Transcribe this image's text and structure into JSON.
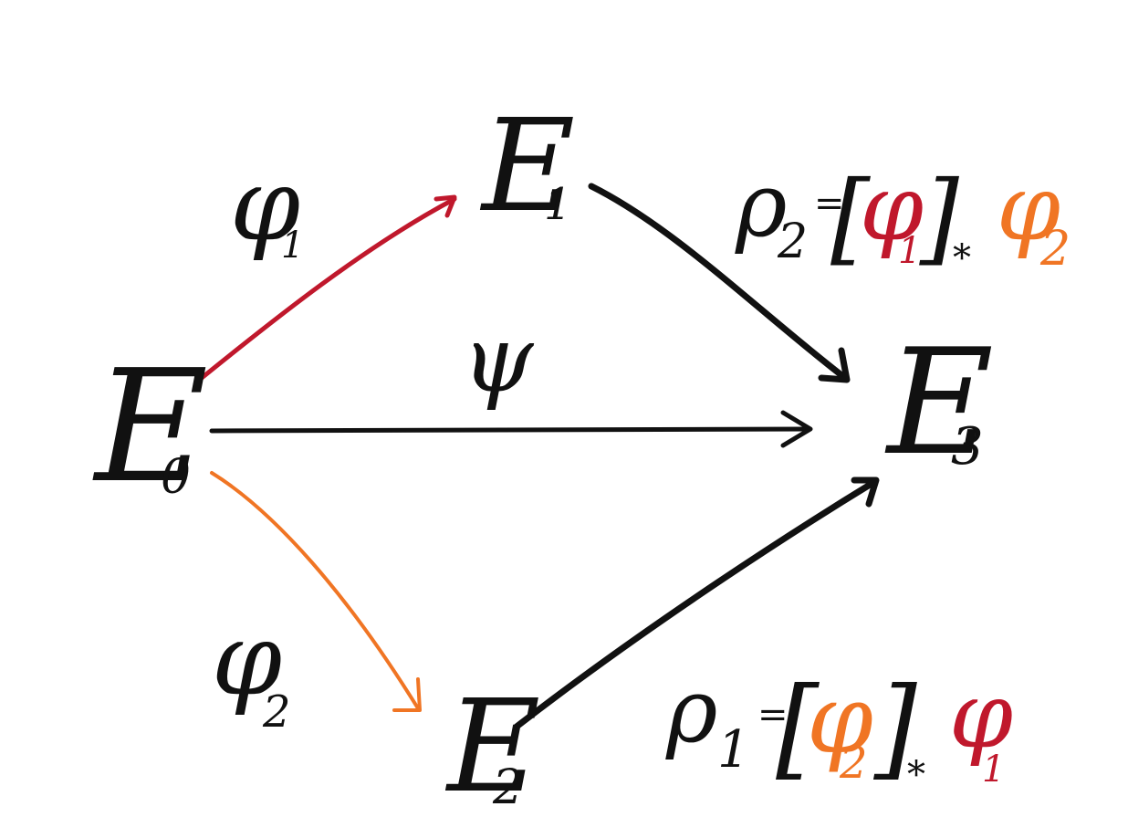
{
  "nodes": {
    "e0": {
      "main": "E",
      "sub": "0"
    },
    "e1": {
      "main": "E",
      "sub": "1"
    },
    "e2": {
      "main": "E",
      "sub": "2"
    },
    "e3": {
      "main": "E",
      "sub": "3"
    }
  },
  "edge_labels": {
    "phi1": {
      "main": "φ",
      "sub": "1"
    },
    "phi2": {
      "main": "φ",
      "sub": "2"
    },
    "psi": {
      "main": "ψ"
    }
  },
  "formulas": {
    "rho2": {
      "lhs_main": "ρ",
      "lhs_sub": "2",
      "eq": "=",
      "bracket_open": "[",
      "inner_main": "φ",
      "inner_sub": "1",
      "bracket_close": "]",
      "star": "*",
      "rhs_main": "φ",
      "rhs_sub": "2"
    },
    "rho1": {
      "lhs_main": "ρ",
      "lhs_sub": "1",
      "eq": "=",
      "bracket_open": "[",
      "inner_main": "φ",
      "inner_sub": "2",
      "bracket_close": "]",
      "star": "*",
      "rhs_main": "φ",
      "rhs_sub": "1"
    }
  },
  "colors": {
    "black": "#111111",
    "red": "#c0182c",
    "orange": "#f07524"
  }
}
